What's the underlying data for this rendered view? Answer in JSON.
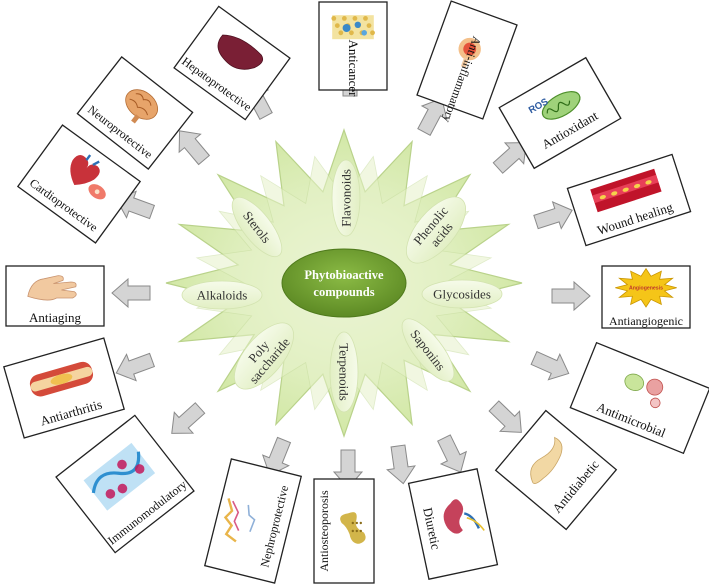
{
  "center": {
    "line1": "Phytobioactive",
    "line2": "compounds"
  },
  "petals": [
    {
      "id": "flavonoids",
      "lines": [
        "Flavonoids"
      ]
    },
    {
      "id": "phenolic",
      "lines": [
        "Phenolic",
        "acids"
      ]
    },
    {
      "id": "glycosides",
      "lines": [
        "Glycosides"
      ]
    },
    {
      "id": "saponins",
      "lines": [
        "Saponins"
      ]
    },
    {
      "id": "terpenoids",
      "lines": [
        "Terpenoids"
      ]
    },
    {
      "id": "polysaccharide",
      "lines": [
        "Poly",
        "saccharide"
      ]
    },
    {
      "id": "alkaloids",
      "lines": [
        "Alkaloids"
      ]
    },
    {
      "id": "sterols",
      "lines": [
        "Sterols"
      ]
    }
  ],
  "activities": [
    {
      "id": "anticancer",
      "label": "Anticancer",
      "icon": "cancer-cells-icon"
    },
    {
      "id": "antiinflammatory",
      "label": "Anti-inflammatory",
      "icon": "inflamed-joint-icon"
    },
    {
      "id": "antioxidant",
      "label": "Antioxidant",
      "icon": "ros-mitochondria-icon"
    },
    {
      "id": "woundhealing",
      "label": "Wound healing",
      "icon": "blood-vessel-icon"
    },
    {
      "id": "antiangiogenic",
      "label": "Antiangiogenic",
      "icon": "angiogenesis-burst-icon",
      "icon_text": "Angiogenesis"
    },
    {
      "id": "antimicrobial",
      "label": "Antimicrobial",
      "icon": "microbes-icon"
    },
    {
      "id": "antidiabetic",
      "label": "Antidiabetic",
      "icon": "pancreas-icon"
    },
    {
      "id": "diuretic",
      "label": "Diuretic",
      "icon": "kidney-icon"
    },
    {
      "id": "antiosteoporosis",
      "label": "Antiosteoporosis",
      "icon": "bone-icon"
    },
    {
      "id": "nephroprotective",
      "label": "Nephroprotective",
      "icon": "nephron-icon"
    },
    {
      "id": "immunomodulatory",
      "label": "Immunomodulatory",
      "icon": "immune-cells-icon"
    },
    {
      "id": "antiarthritis",
      "label": "Antiarthritis",
      "icon": "artery-plaque-icon"
    },
    {
      "id": "antiaging",
      "label": "Antiaging",
      "icon": "hand-icon"
    },
    {
      "id": "cardioprotective",
      "label": "Cardioprotective",
      "icon": "heart-icon"
    },
    {
      "id": "neuroprotective",
      "label": "Neuroprotective",
      "icon": "brain-icon"
    },
    {
      "id": "hepatoprotective",
      "label": "Hepatoprotective",
      "icon": "liver-icon"
    }
  ],
  "colors": {
    "petal_fill": "#d8ecb0",
    "petal_edge": "#b9d28a",
    "petal_label_bg": "#eef6dc",
    "center_fill": "#6f9d2e",
    "arrow_fill": "#d4d4d4",
    "arrow_edge": "#8a8a8a",
    "card_border": "#222222"
  }
}
